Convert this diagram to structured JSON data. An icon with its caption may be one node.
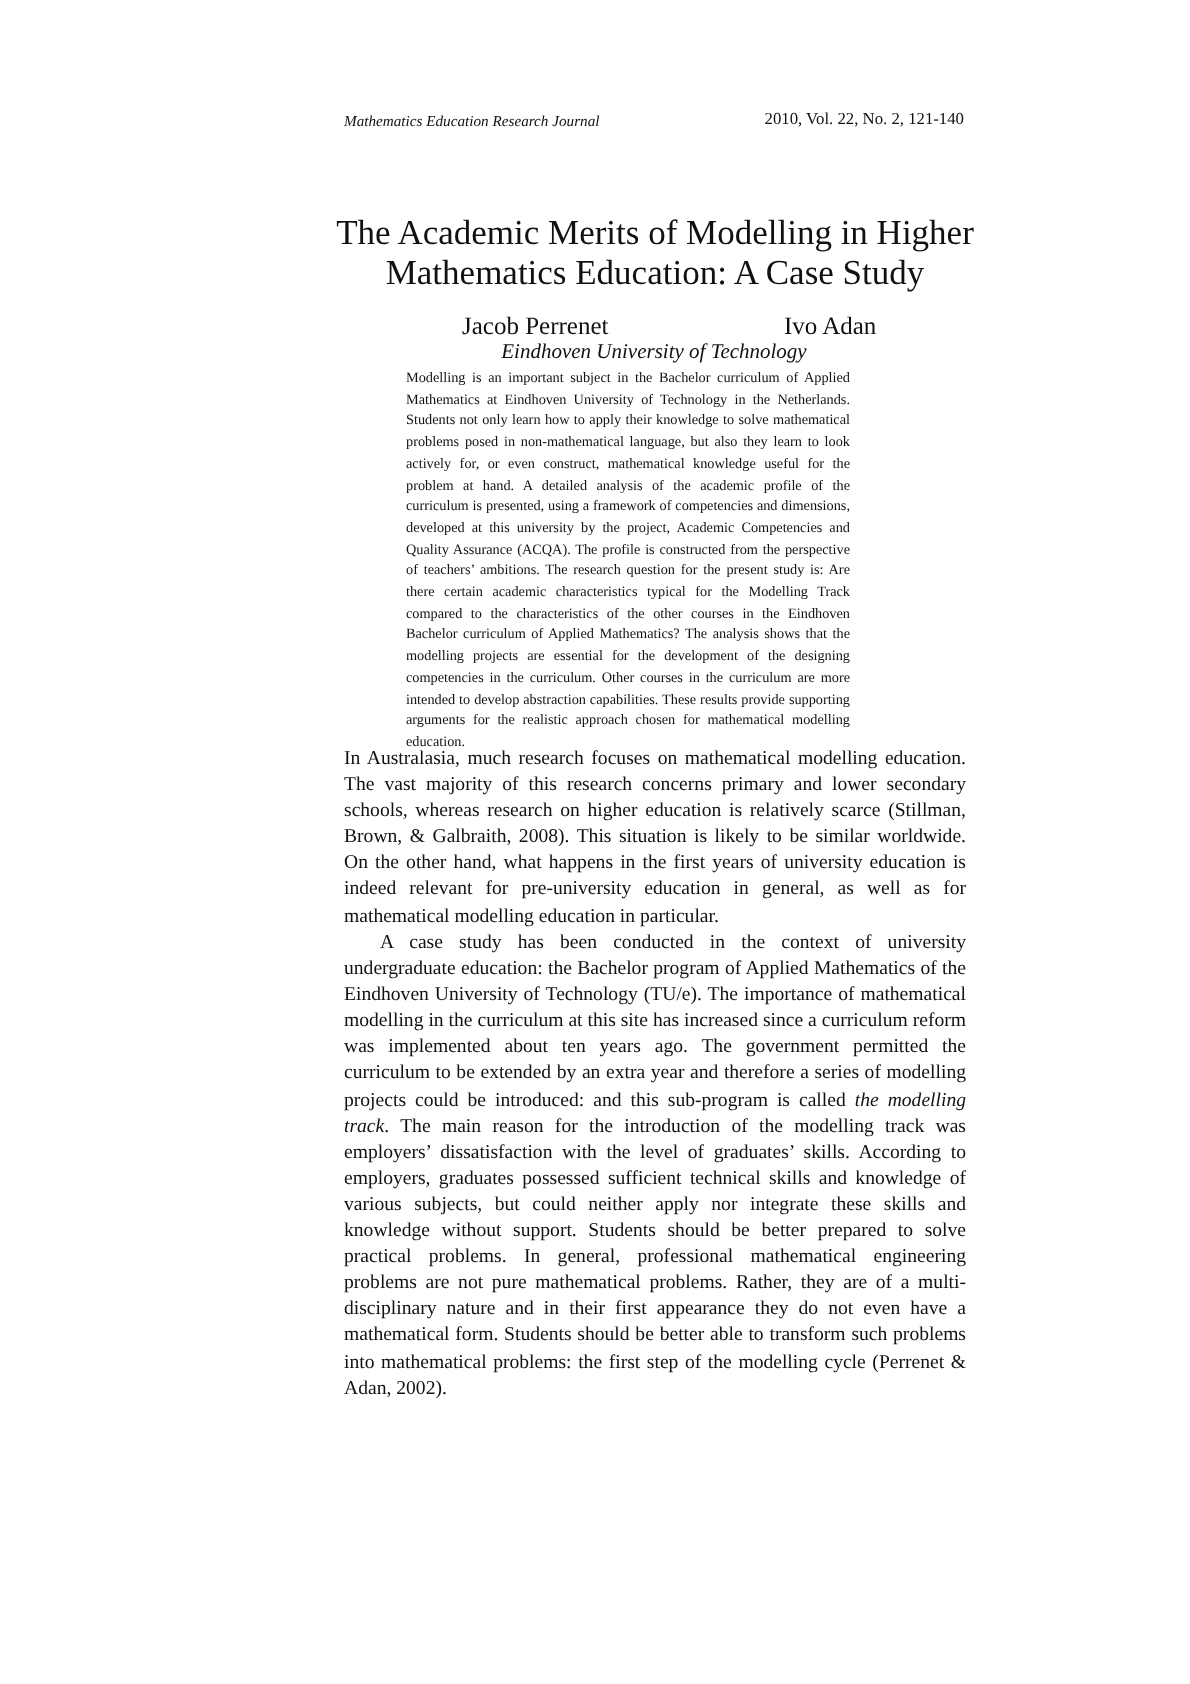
{
  "diagram": {
    "title": "The Academic Merits of Modelling in Higher Mathematics Education: A Case Study",
    "labels": [
      "Mathematics Education Research Journal",
      "2010, Vol. 22, No. 2, 121-140",
      "Jacob Perrenet",
      "Ivo Adan",
      "Eindhoven University of Technology",
      "Modelling is an important subject in the Bachelor curriculum of Applied Mathematics at Eindhoven University of Technology in the Netherlands. Students not only learn how to apply their knowledge to solve mathematical problems posed in non-mathematical language, but also they learn to look actively for, or even construct, mathematical knowledge useful for the problem at hand. A detailed analysis of the academic profile of the curriculum is presented, using a framework of competencies and dimensions, developed at this university by the project, Academic Competencies and Quality Assurance (ACQA). The profile is constructed from the perspective of teachers’ ambitions. The research question for the present study is: Are there certain academic characteristics typical for the Modelling Track compared to the characteristics of the other courses in the Eindhoven Bachelor curriculum of Applied Mathematics? The analysis shows that the modelling projects are essential for the development of the designing competencies in the curriculum. Other courses in the curriculum are more intended to develop abstraction capabilities. These results provide supporting arguments for the realistic approach chosen for mathematical modelling education.",
      "In Australasia, much research focuses on mathematical modelling education. The vast majority of this research concerns primary and lower secondary schools, whereas research on higher education is relatively scarce (Stillman, Brown, & Galbraith, 2008). This situation is likely to be similar worldwide. On the other hand, what happens in the first years of university education is indeed relevant for pre-university education in general, as well as for mathematical modelling education in particular.",
      "A case study has been conducted in the context of university undergraduate education: the Bachelor program of Applied Mathematics of the Eindhoven University of Technology (TU/e). The importance of mathematical modelling in the curriculum at this site has increased since a curriculum reform was implemented about ten years ago. The government permitted the curriculum to be extended by an extra year and therefore a series of modelling projects could be introduced: and this sub-program is called *the modelling track*. The main reason for the introduction of the modelling track was employers’ dissatisfaction with the level of graduates’ skills. According to employers, graduates possessed sufficient technical skills and knowledge of various subjects, but could neither apply nor integrate these skills and knowledge without support. Students should be better prepared to solve practical problems. In general, professional mathematical engineering problems are not pure mathematical problems. Rather, they are of a multi-disciplinary nature and in their first appearance they do not even have a mathematical form. Students should be better able to transform such problems into mathematical problems: the first step of the modelling cycle (Perrenet & Adan, 2002)."
    ]
  }
}
